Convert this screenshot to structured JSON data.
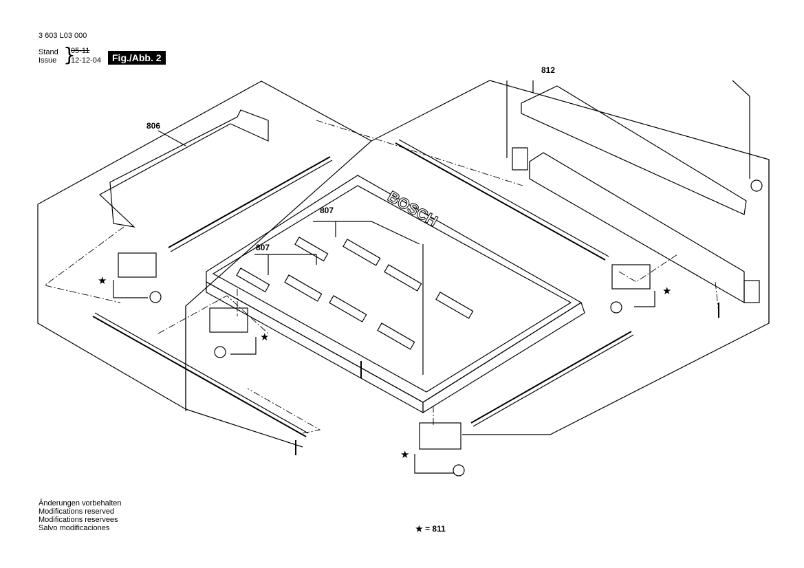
{
  "header": {
    "part_number": "3 603 L03 000",
    "stand_label": "Stand",
    "issue_label": "Issue",
    "brace": "}",
    "stand_value": "05-11",
    "issue_value": "12-12-04",
    "figure_label": "Fig./Abb. 2"
  },
  "callouts": {
    "c806": "806",
    "c812": "812",
    "c807a": "807",
    "c807b": "807"
  },
  "stamped_text": "BOSCH",
  "star_symbol": "★",
  "footer": {
    "notes": [
      "Änderungen vorbehalten",
      "Modifications reserved",
      "Modifications reservees",
      "Salvo modificaciones"
    ],
    "legend": "★ = 811"
  }
}
